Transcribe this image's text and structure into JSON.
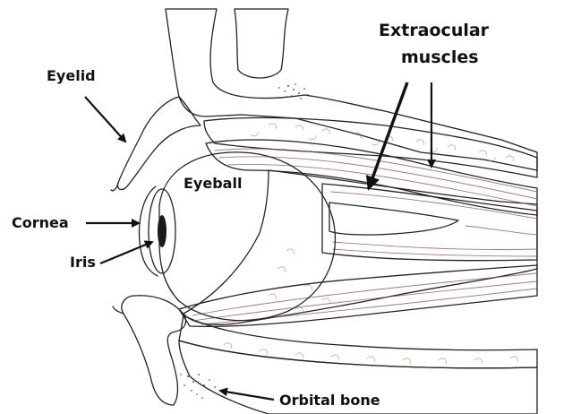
{
  "labels": {
    "eyelid": "Eyelid",
    "extraocular_line1": "Extraocular",
    "extraocular_line2": "muscles",
    "eyeball": "Eyeball",
    "cornea": "Cornea",
    "iris": "Iris",
    "orbital_bone": "Orbital bone"
  },
  "colors": {
    "skin": "#f4c6b2",
    "muscle": "#eeb0a8",
    "fat": "#f0d49a",
    "iris": "#3a5fd6",
    "pupil": "#1a1a1a",
    "ink": "#222222"
  }
}
